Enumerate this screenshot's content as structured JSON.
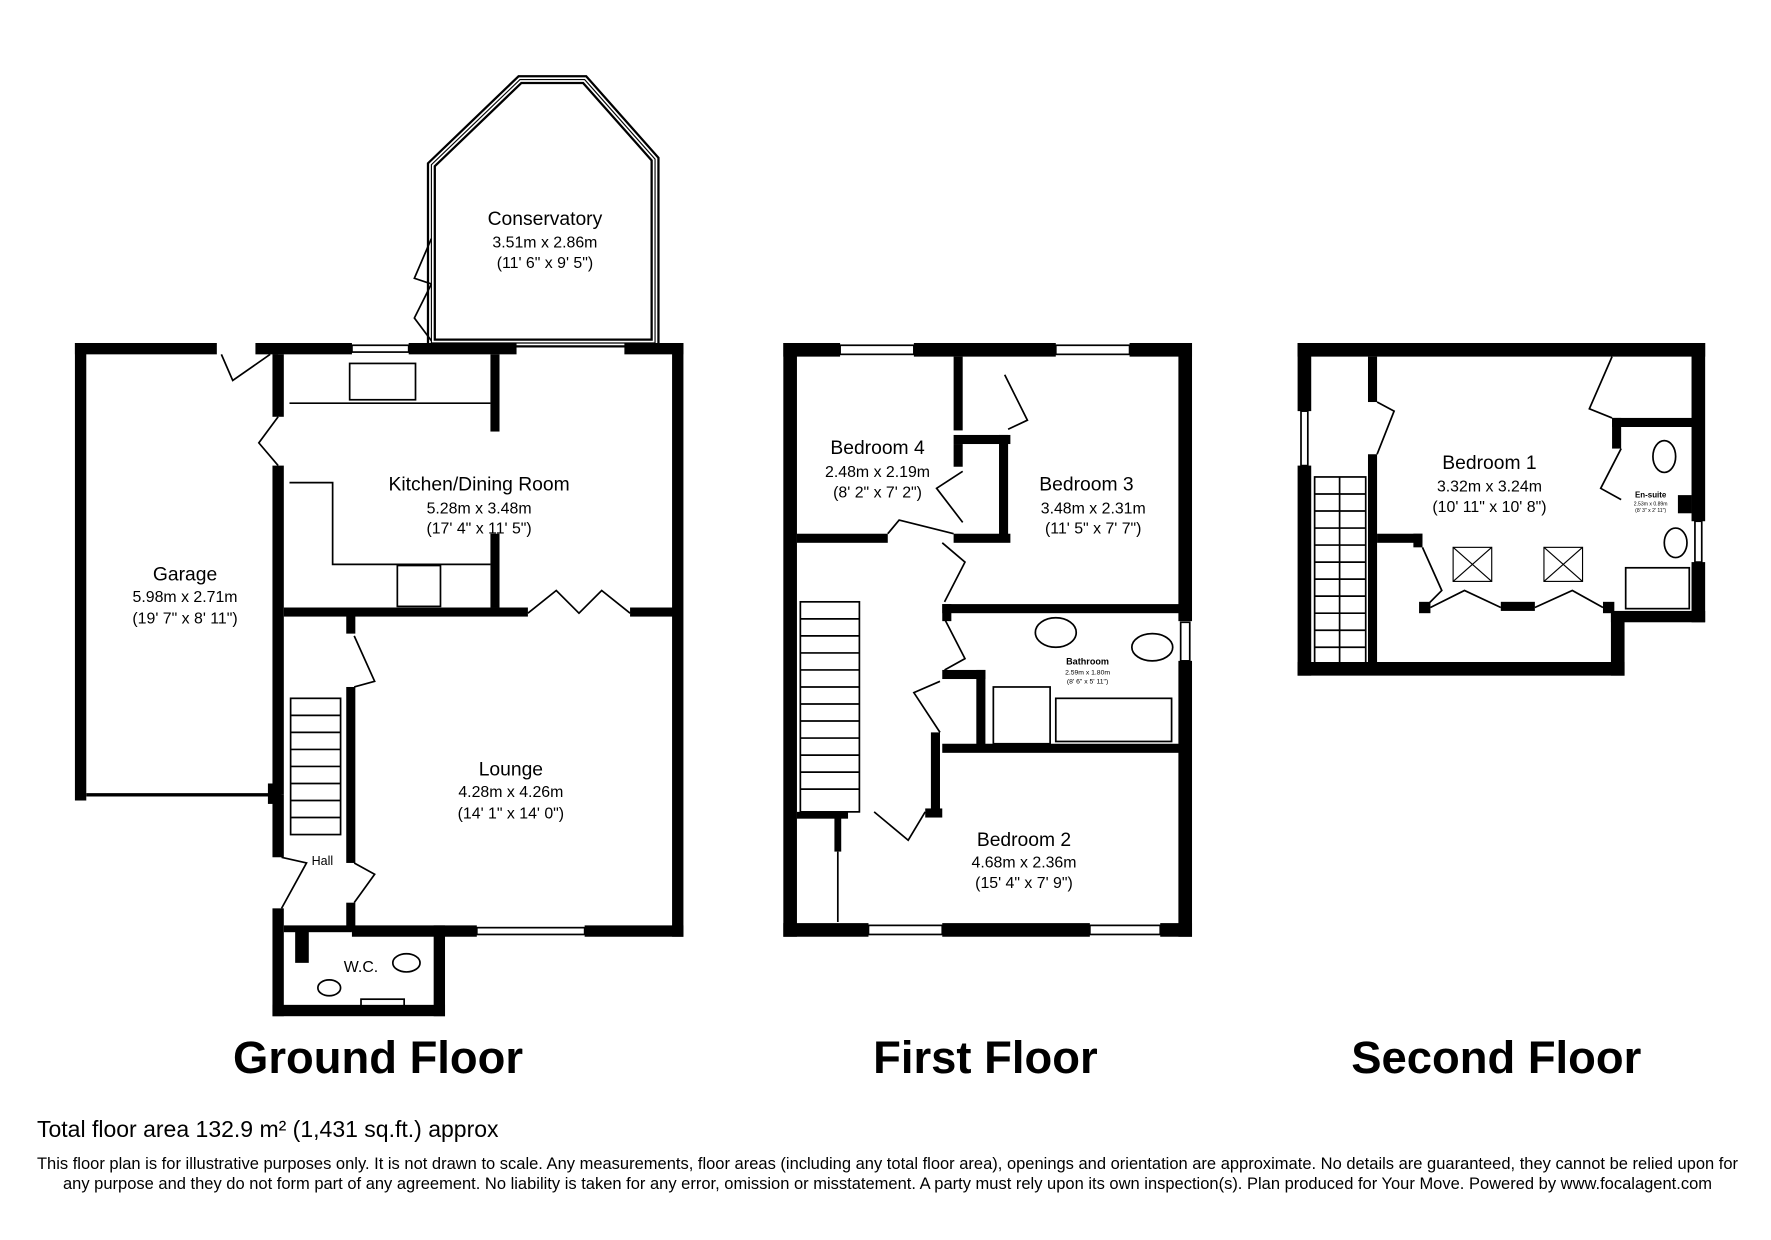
{
  "floors": {
    "ground": {
      "title": "Ground Floor",
      "rooms": [
        {
          "name": "Conservatory",
          "metric": "3.51m x 2.86m",
          "imperial": "(11' 6\" x 9' 5\")"
        },
        {
          "name": "Kitchen/Dining Room",
          "metric": "5.28m x 3.48m",
          "imperial": "(17' 4\" x 11' 5\")"
        },
        {
          "name": "Garage",
          "metric": "5.98m x 2.71m",
          "imperial": "(19' 7\" x 8' 11\")"
        },
        {
          "name": "Lounge",
          "metric": "4.28m x 4.26m",
          "imperial": "(14' 1\" x 14' 0\")"
        },
        {
          "name": "Hall"
        },
        {
          "name": "W.C."
        }
      ]
    },
    "first": {
      "title": "First Floor",
      "rooms": [
        {
          "name": "Bedroom 4",
          "metric": "2.48m x 2.19m",
          "imperial": "(8' 2\" x 7' 2\")"
        },
        {
          "name": "Bedroom 3",
          "metric": "3.48m x 2.31m",
          "imperial": "(11' 5\" x 7' 7\")"
        },
        {
          "name": "Bathroom",
          "metric": "2.59m x 1.80m",
          "imperial": "(8' 6\" x 5' 11\")"
        },
        {
          "name": "Bedroom 2",
          "metric": "4.68m x 2.36m",
          "imperial": "(15' 4\" x 7' 9\")"
        }
      ]
    },
    "second": {
      "title": "Second Floor",
      "rooms": [
        {
          "name": "Bedroom 1",
          "metric": "3.32m x 3.24m",
          "imperial": "(10' 11\" x 10' 8\")"
        },
        {
          "name": "En-suite",
          "metric": "2.53m x 0.89m",
          "imperial": "(8' 3\" x 2' 11\")"
        }
      ]
    }
  },
  "footer": {
    "total_area": "Total floor area 132.9 m² (1,431 sq.ft.) approx",
    "disclaimer": "This floor plan is for illustrative purposes only. It is not drawn to scale. Any measurements, floor areas (including any total floor area), openings and orientation are approximate. No details are guaranteed, they cannot be relied upon for any purpose and they do not form part of any agreement. No liability is taken for any error, omission or misstatement. A party must rely upon its own inspection(s).  Plan produced for Your Move. Powered by www.focalagent.com"
  }
}
